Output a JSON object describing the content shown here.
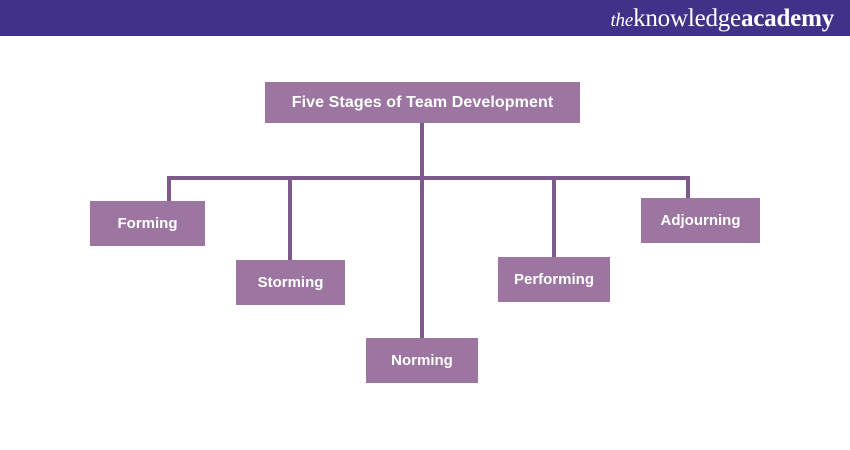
{
  "header": {
    "background_color": "#433189",
    "logo": {
      "name": "theknowledgeacademy-logo",
      "part_the": "the",
      "part_knowledge": "knowledge",
      "part_academy": "academy",
      "full_text": "theknowledgeacademy"
    }
  },
  "theme": {
    "node_fill": "#9c76a0",
    "node_text": "#ffffff",
    "connector_color": "#7d5a8c",
    "canvas_background": "#ffffff"
  },
  "diagram": {
    "type": "org-chart",
    "root": {
      "id": "root",
      "label": "Five Stages of Team Development"
    },
    "stages": [
      {
        "id": "forming",
        "order": 1,
        "label": "Forming"
      },
      {
        "id": "storming",
        "order": 2,
        "label": "Storming"
      },
      {
        "id": "norming",
        "order": 3,
        "label": "Norming"
      },
      {
        "id": "performing",
        "order": 4,
        "label": "Performing"
      },
      {
        "id": "adjourning",
        "order": 5,
        "label": "Adjourning"
      }
    ]
  }
}
